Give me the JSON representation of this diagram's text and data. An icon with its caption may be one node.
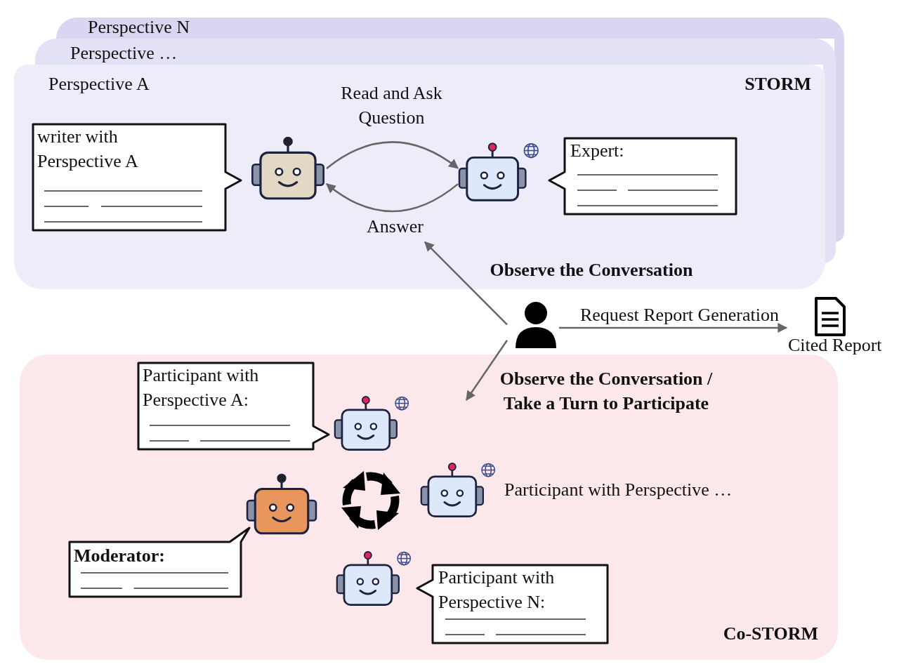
{
  "diagram": {
    "nodes": [
      {
        "text": [
          "Perspective N"
        ]
      },
      {
        "text": [
          "Perspective …"
        ]
      },
      {
        "text": [
          "Perspective A",
          "STORM"
        ]
      },
      {
        "text": [
          "writer with Perspective A"
        ],
        "in": 2
      },
      {
        "text": [],
        "shape": "robot",
        "in": 2
      },
      {
        "text": [],
        "shape": "robot",
        "in": 2
      },
      {
        "text": [
          "Expert:"
        ],
        "in": 2
      },
      {
        "text": [],
        "shape": "person"
      },
      {
        "text": [],
        "shape": "document",
        "beside": [
          "Cited Report"
        ]
      },
      {
        "text": [
          "Co-STORM"
        ]
      },
      {
        "text": [
          "Participant with Perspective A:"
        ],
        "in": 9
      },
      {
        "text": [],
        "shape": "robot",
        "in": 9
      },
      {
        "text": [],
        "shape": "robot",
        "in": 9
      },
      {
        "text": [
          "Moderator:"
        ],
        "in": 9
      },
      {
        "text": [],
        "shape": "robot",
        "beside": [
          "Participant with Perspective …"
        ],
        "in": 9
      },
      {
        "text": [],
        "shape": "robot",
        "in": 9
      },
      {
        "text": [
          "Participant with Perspective N:"
        ],
        "in": 9
      }
    ],
    "edges": [
      {
        "from": 4,
        "to": 5,
        "arrow": "to",
        "label": "Read and Ask Question"
      },
      {
        "from": 5,
        "to": 4,
        "arrow": "to",
        "label": "Answer"
      },
      {
        "from": 7,
        "to": 2,
        "arrow": "to",
        "label": "Observe the Conversation"
      },
      {
        "from": 7,
        "to": 8,
        "arrow": "to",
        "label": "Request Report Generation"
      },
      {
        "from": 7,
        "to": 9,
        "arrow": "to",
        "label": "Observe the Conversation / Take a Turn to Participate"
      }
    ]
  }
}
